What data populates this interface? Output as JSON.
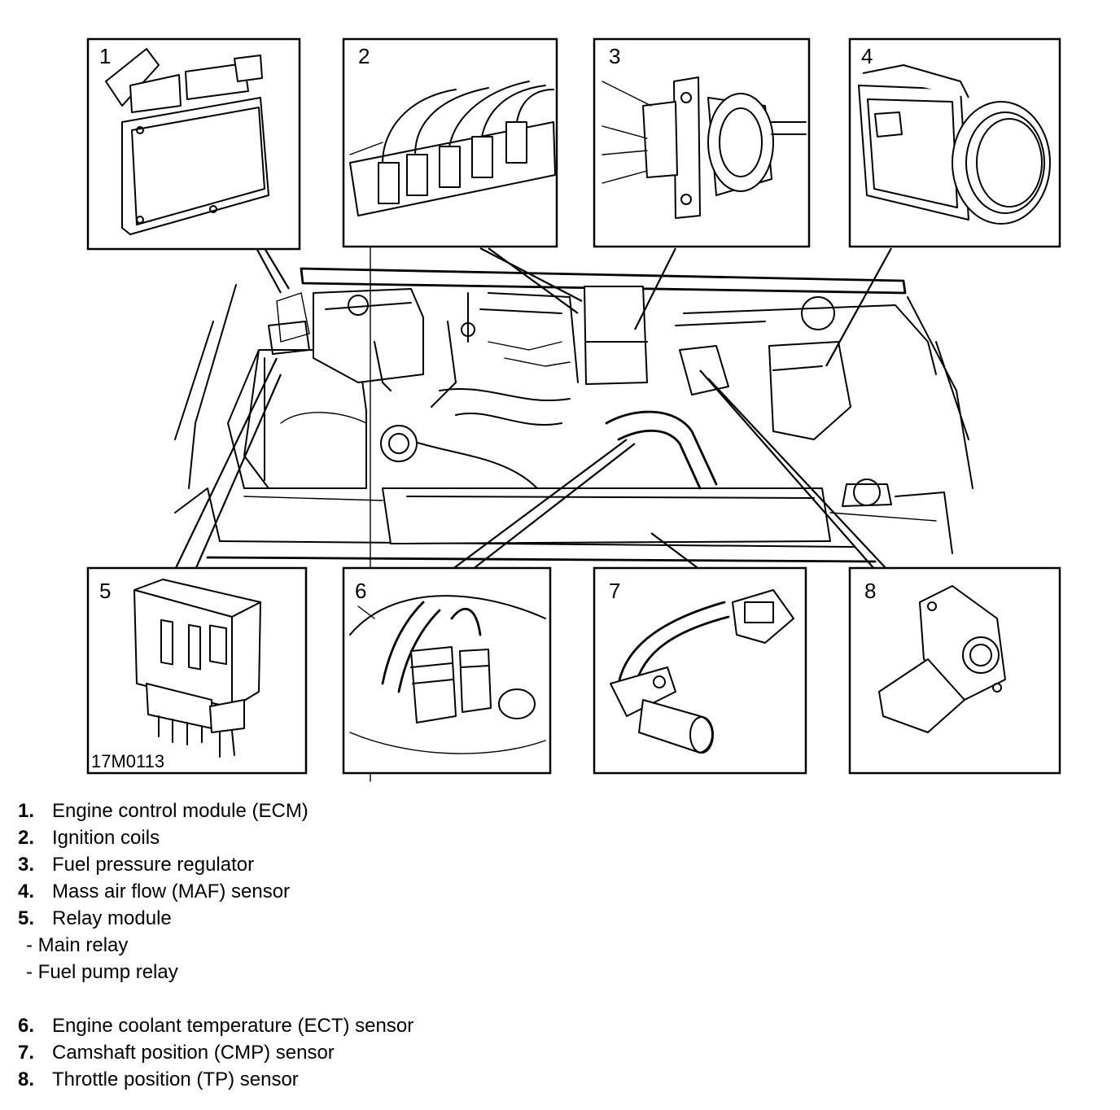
{
  "figure_ref": "17M0113",
  "panels": [
    {
      "number": "1"
    },
    {
      "number": "2"
    },
    {
      "number": "3"
    },
    {
      "number": "4"
    },
    {
      "number": "5"
    },
    {
      "number": "6"
    },
    {
      "number": "7"
    },
    {
      "number": "8"
    }
  ],
  "legend": {
    "items": [
      {
        "num": "1.",
        "label": "Engine control module (ECM)"
      },
      {
        "num": "2.",
        "label": "Ignition coils"
      },
      {
        "num": "3.",
        "label": "Fuel pressure regulator"
      },
      {
        "num": "4.",
        "label": "Mass air flow (MAF) sensor"
      },
      {
        "num": "5.",
        "label": "Relay module"
      }
    ],
    "sub_items": [
      "- Main relay",
      "- Fuel pump relay"
    ],
    "items_2": [
      {
        "num": "6.",
        "label": "Engine coolant temperature (ECT) sensor"
      },
      {
        "num": "7.",
        "label": "Camshaft position (CMP) sensor"
      },
      {
        "num": "8.",
        "label": "Throttle position (TP) sensor"
      }
    ]
  }
}
